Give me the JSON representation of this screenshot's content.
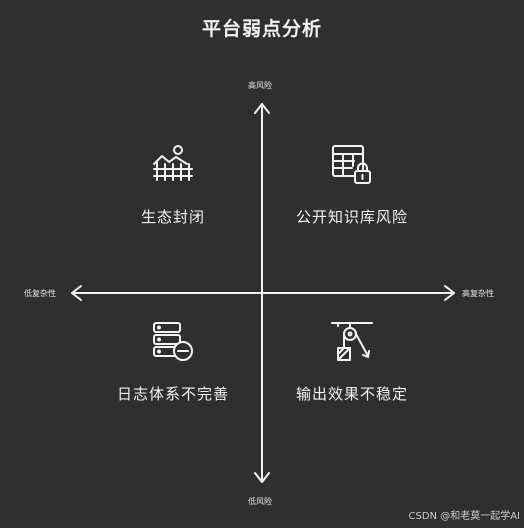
{
  "title": "平台弱点分析",
  "axes": {
    "top": "高风险",
    "bottom": "低风险",
    "left": "低复杂性",
    "right": "高复杂性"
  },
  "quadrants": {
    "top_left": {
      "label": "生态封闭",
      "icon": "landscape-fence-icon"
    },
    "top_right": {
      "label": "公开知识库风险",
      "icon": "locked-database-icon"
    },
    "bottom_left": {
      "label": "日志体系不完善",
      "icon": "server-minus-icon"
    },
    "bottom_right": {
      "label": "输出效果不稳定",
      "icon": "pulley-weight-icon"
    }
  },
  "watermark": "CSDN @和老莫一起学AI",
  "colors": {
    "background": "#2f2f2f",
    "foreground": "#f2f2f2"
  }
}
